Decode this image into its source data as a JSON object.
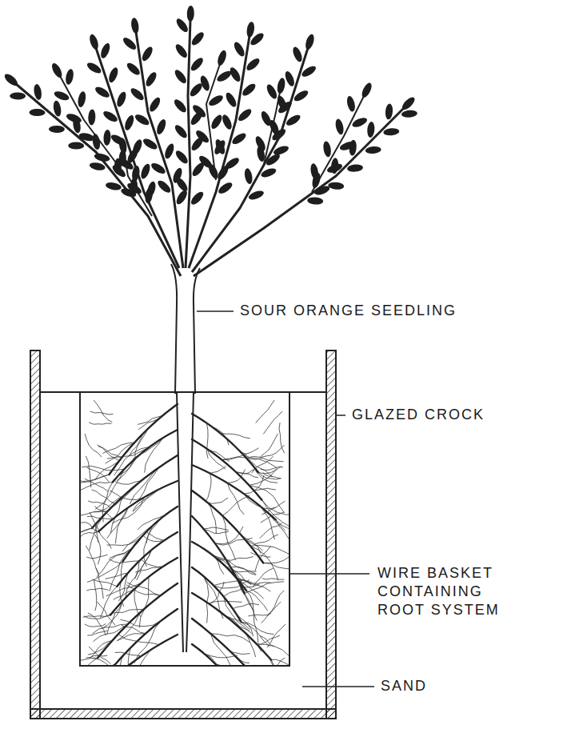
{
  "diagram": {
    "labels": [
      "SOUR ORANGE SEEDLING",
      "GLAZED CROCK",
      "WIRE BASKET CONTAINING ROOT SYSTEM",
      "SAND"
    ]
  }
}
